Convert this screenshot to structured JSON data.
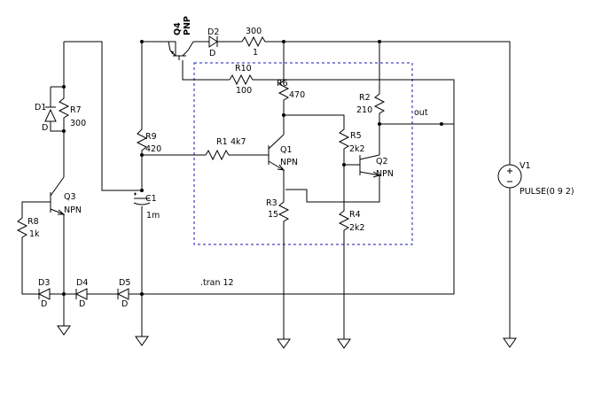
{
  "components": {
    "q4": {
      "name": "Q4",
      "model": "PNP"
    },
    "d2": {
      "name": "D2",
      "model": "D"
    },
    "r_top": {
      "value": "300"
    },
    "r_top_sub": {
      "value": "1"
    },
    "r10": {
      "name": "R10",
      "value": "100"
    },
    "r6": {
      "name": "R6",
      "value": "470"
    },
    "r2": {
      "name": "R2",
      "value": "210"
    },
    "out_label": "out",
    "d1": {
      "name": "D1",
      "model": "D"
    },
    "r7": {
      "name": "R7",
      "value": "300"
    },
    "r9": {
      "name": "R9",
      "value": "420"
    },
    "r1": {
      "name": "R1",
      "value": "4k7"
    },
    "q1": {
      "name": "Q1",
      "model": "NPN"
    },
    "r5": {
      "name": "R5",
      "value": "2k2"
    },
    "q2": {
      "name": "Q2",
      "model": "NPN"
    },
    "v1": {
      "name": "V1",
      "value": "PULSE(0 9 2)"
    },
    "q3": {
      "name": "Q3",
      "model": "NPN"
    },
    "c1": {
      "name": "C1",
      "value": "1m"
    },
    "r8": {
      "name": "R8",
      "value": "1k"
    },
    "r3": {
      "name": "R3",
      "value": "15"
    },
    "r4": {
      "name": "R4",
      "value": "2k2"
    },
    "d3": {
      "name": "D3",
      "model": "D"
    },
    "d4": {
      "name": "D4",
      "model": "D"
    },
    "d5": {
      "name": "D5",
      "model": "D"
    },
    "directive": ".tran 12"
  }
}
